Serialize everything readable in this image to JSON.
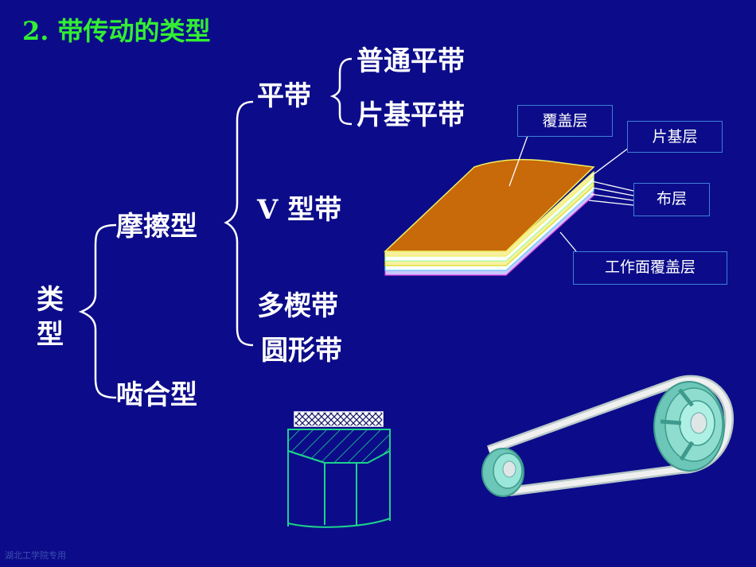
{
  "slide": {
    "heading": "2.  带传动的类型",
    "root_label_line1": "类",
    "root_label_line2": "型",
    "friction_type": "摩擦型",
    "meshing_type": "啮合型",
    "flat_belt": "平带",
    "plain_flat_belt": "普通平带",
    "sheet_base_flat_belt": "片基平带",
    "v_belt": "V  型带",
    "ribbed_belt": "多楔带",
    "round_belt": "圆形带",
    "footer": "湖北工学院专用"
  },
  "flat_belt_figure": {
    "callouts": {
      "cover_layer": "覆盖层",
      "sheet_base_layer": "片基层",
      "cloth_layer": "布层",
      "working_face_cover": "工作面覆盖层"
    }
  },
  "colors": {
    "background": "#0c0c8a",
    "heading": "#33ee33",
    "text": "#ffffff",
    "belt_top": "#c8690a",
    "callout_border": "#3d7fd6",
    "pulley": "#7fd6c8"
  }
}
